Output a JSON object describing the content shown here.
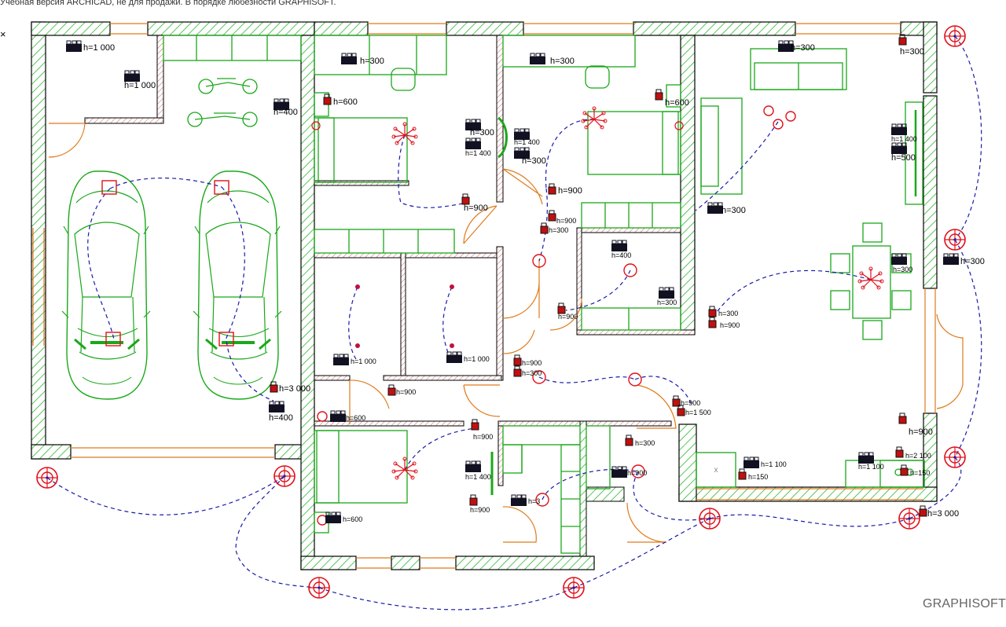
{
  "header": {
    "watermark": "Учебная версия ARCHICAD, не для продажи. В порядке любезности GRAPHISOFT."
  },
  "brand": "GRAPHISOFT",
  "colors": {
    "wall_hatch": "#2eb82e",
    "furniture": "#1aa81a",
    "door": "#e07a1a",
    "wiring": "#1a1aaa",
    "lamp": "#e0101a",
    "socket_dark": "#111122"
  },
  "height_labels": [
    "h=1 000",
    "h=1 000",
    "h=400",
    "h=300",
    "h=600",
    "h=300",
    "h=1 400",
    "h=1 400",
    "h=300",
    "h=900",
    "h=300",
    "h=600",
    "h=900",
    "h=300",
    "h=900",
    "h=400",
    "h=300",
    "h=900",
    "h=300",
    "h=300",
    "h=1 400",
    "h=500",
    "h=300",
    "h=300",
    "h=300",
    "h=900",
    "h=1 000",
    "h=1 000",
    "h=900",
    "h=300",
    "h=900",
    "h=3 000",
    "h=400",
    "h=600",
    "h=900",
    "h=1 500",
    "h=900",
    "h=300",
    "h=1 400",
    "h=900",
    "h=900",
    "h=900",
    "h=1 100",
    "h=150",
    "h=1 100",
    "h=2 100",
    "h=150",
    "h=3 000",
    "h=600",
    "h=300",
    "h=3"
  ],
  "icons": [
    "cursor-x-icon"
  ]
}
